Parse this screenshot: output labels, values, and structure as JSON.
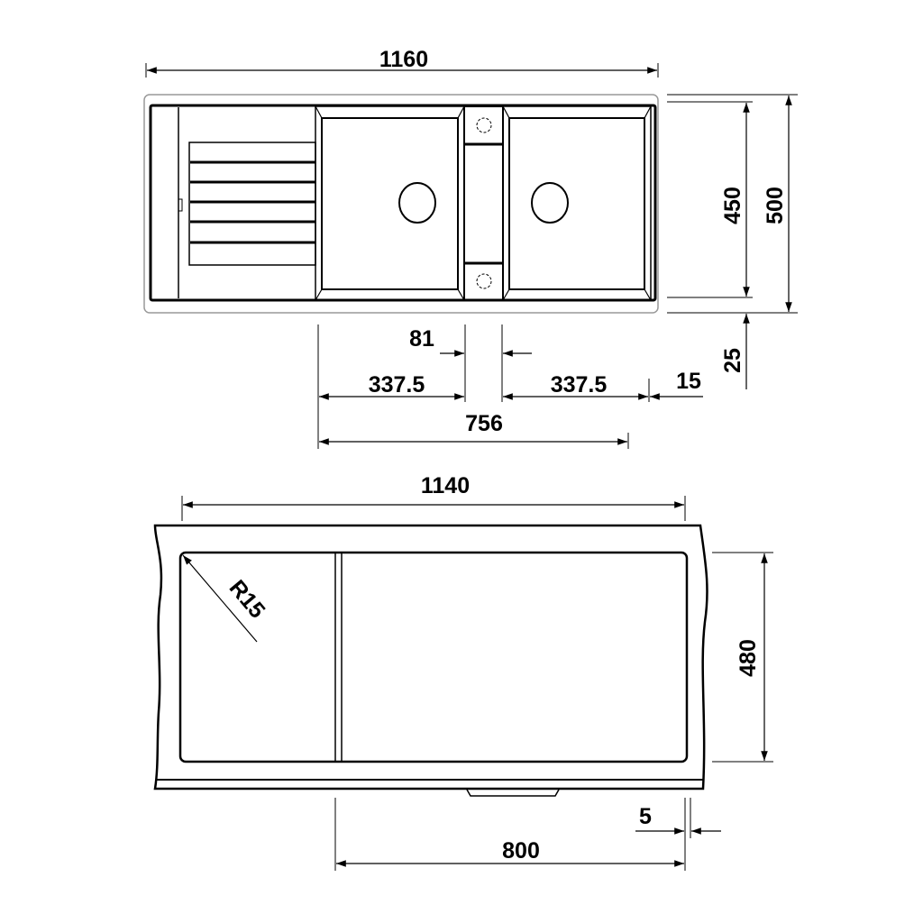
{
  "top_view": {
    "overall_width": "1160",
    "bowl_depth_inner": "450",
    "overall_depth": "500",
    "rear_offset": "25",
    "center_divider": "81",
    "left_bowl_width": "337.5",
    "right_bowl_width": "337.5",
    "right_edge_offset": "15",
    "bowls_total_width": "756"
  },
  "cutout_view": {
    "overall_width": "1140",
    "corner_radius": "R15",
    "cutout_depth": "480",
    "edge_offset": "5",
    "cabinet_width": "800"
  }
}
